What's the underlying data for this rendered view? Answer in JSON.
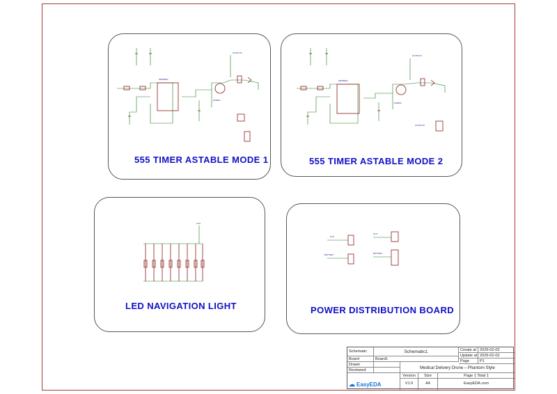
{
  "panels": [
    {
      "id": "p1",
      "title": "555  TIMER  ASTABLE  MODE 1"
    },
    {
      "id": "p2",
      "title": "555  TIMER  ASTABLE  MODE 2"
    },
    {
      "id": "p3",
      "title": "LED NAVIGATION  LIGHT"
    },
    {
      "id": "p4",
      "title": "POWER DISTRIBUTION BOARD"
    }
  ],
  "title_block": {
    "schematic_label": "Schematic",
    "schematic_value": "Schematic1",
    "board_label": "Board",
    "board_value": "Board1",
    "drawn_label": "Drawn",
    "reviewed_label": "Reviewed",
    "title_value": "Medical Delivery Drone – Phantom Style",
    "create_label": "Create at",
    "create_value": "2026-02-02",
    "update_label": "Update at",
    "update_value": "2026-02-02",
    "page_label": "Page",
    "page_value": "P1",
    "version_label": "Version",
    "size_label": "Size",
    "version_value": "V1.0",
    "size_value": "A4",
    "page_total": "Page  1  Total  1",
    "site": "EasyEDA.com",
    "logo_text": "EasyEDA"
  },
  "colors": {
    "title": "#1010c8",
    "border": "#a83838",
    "component": "#8b1a1a",
    "wire": "#1a7a1a",
    "logo": "#1a73d9"
  }
}
